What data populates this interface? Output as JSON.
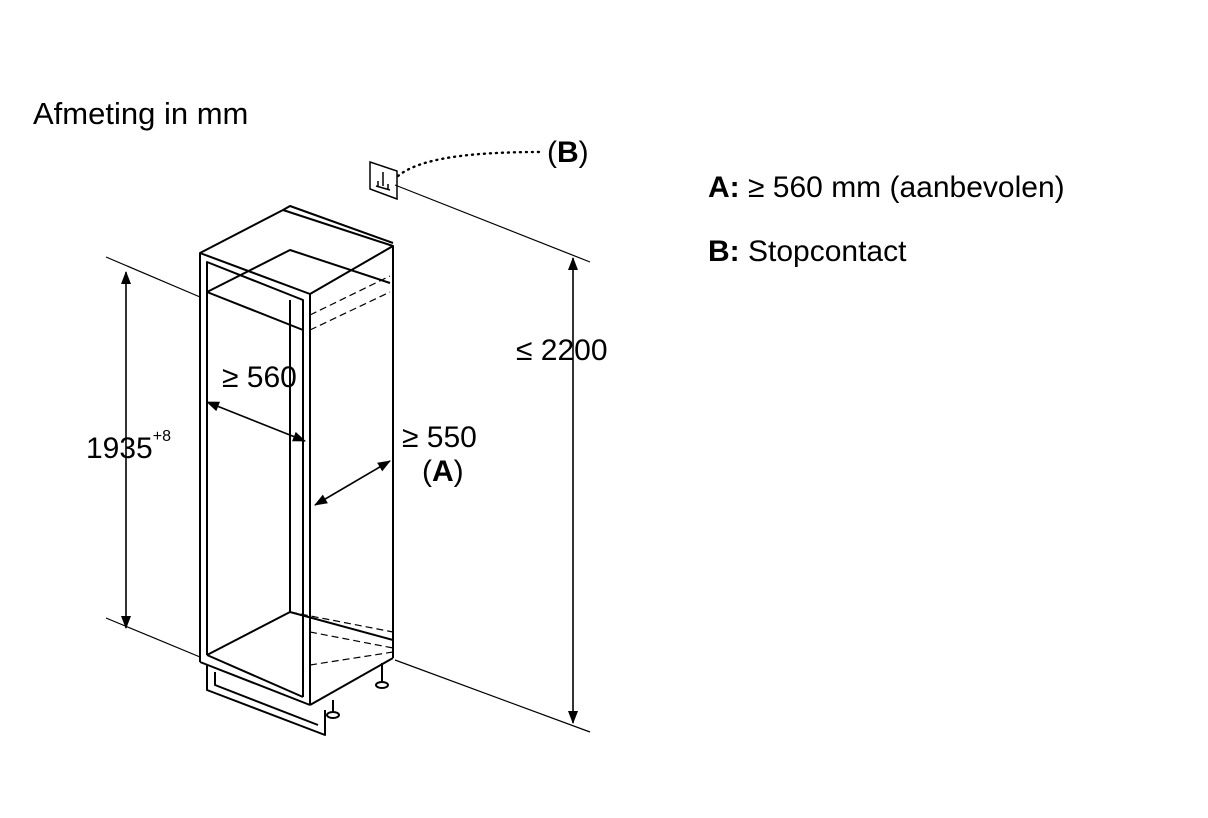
{
  "title": "Afmeting in mm",
  "labels": {
    "socket_ref_open": "(",
    "socket_ref": "B",
    "socket_ref_close": ")",
    "height_total": "≤ 2200",
    "width_inner": "≥ 560",
    "depth_inner": "≥ 550",
    "depth_ref_open": "(",
    "depth_ref": "A",
    "depth_ref_close": ")",
    "height_niche": "1935",
    "height_niche_tolerance": "+8"
  },
  "legend": [
    {
      "key": "A:",
      "text": "≥ 560 mm (aanbevolen)"
    },
    {
      "key": "B:",
      "text": "Stopcontact"
    }
  ],
  "icons": {
    "socket": "power-socket-icon"
  }
}
